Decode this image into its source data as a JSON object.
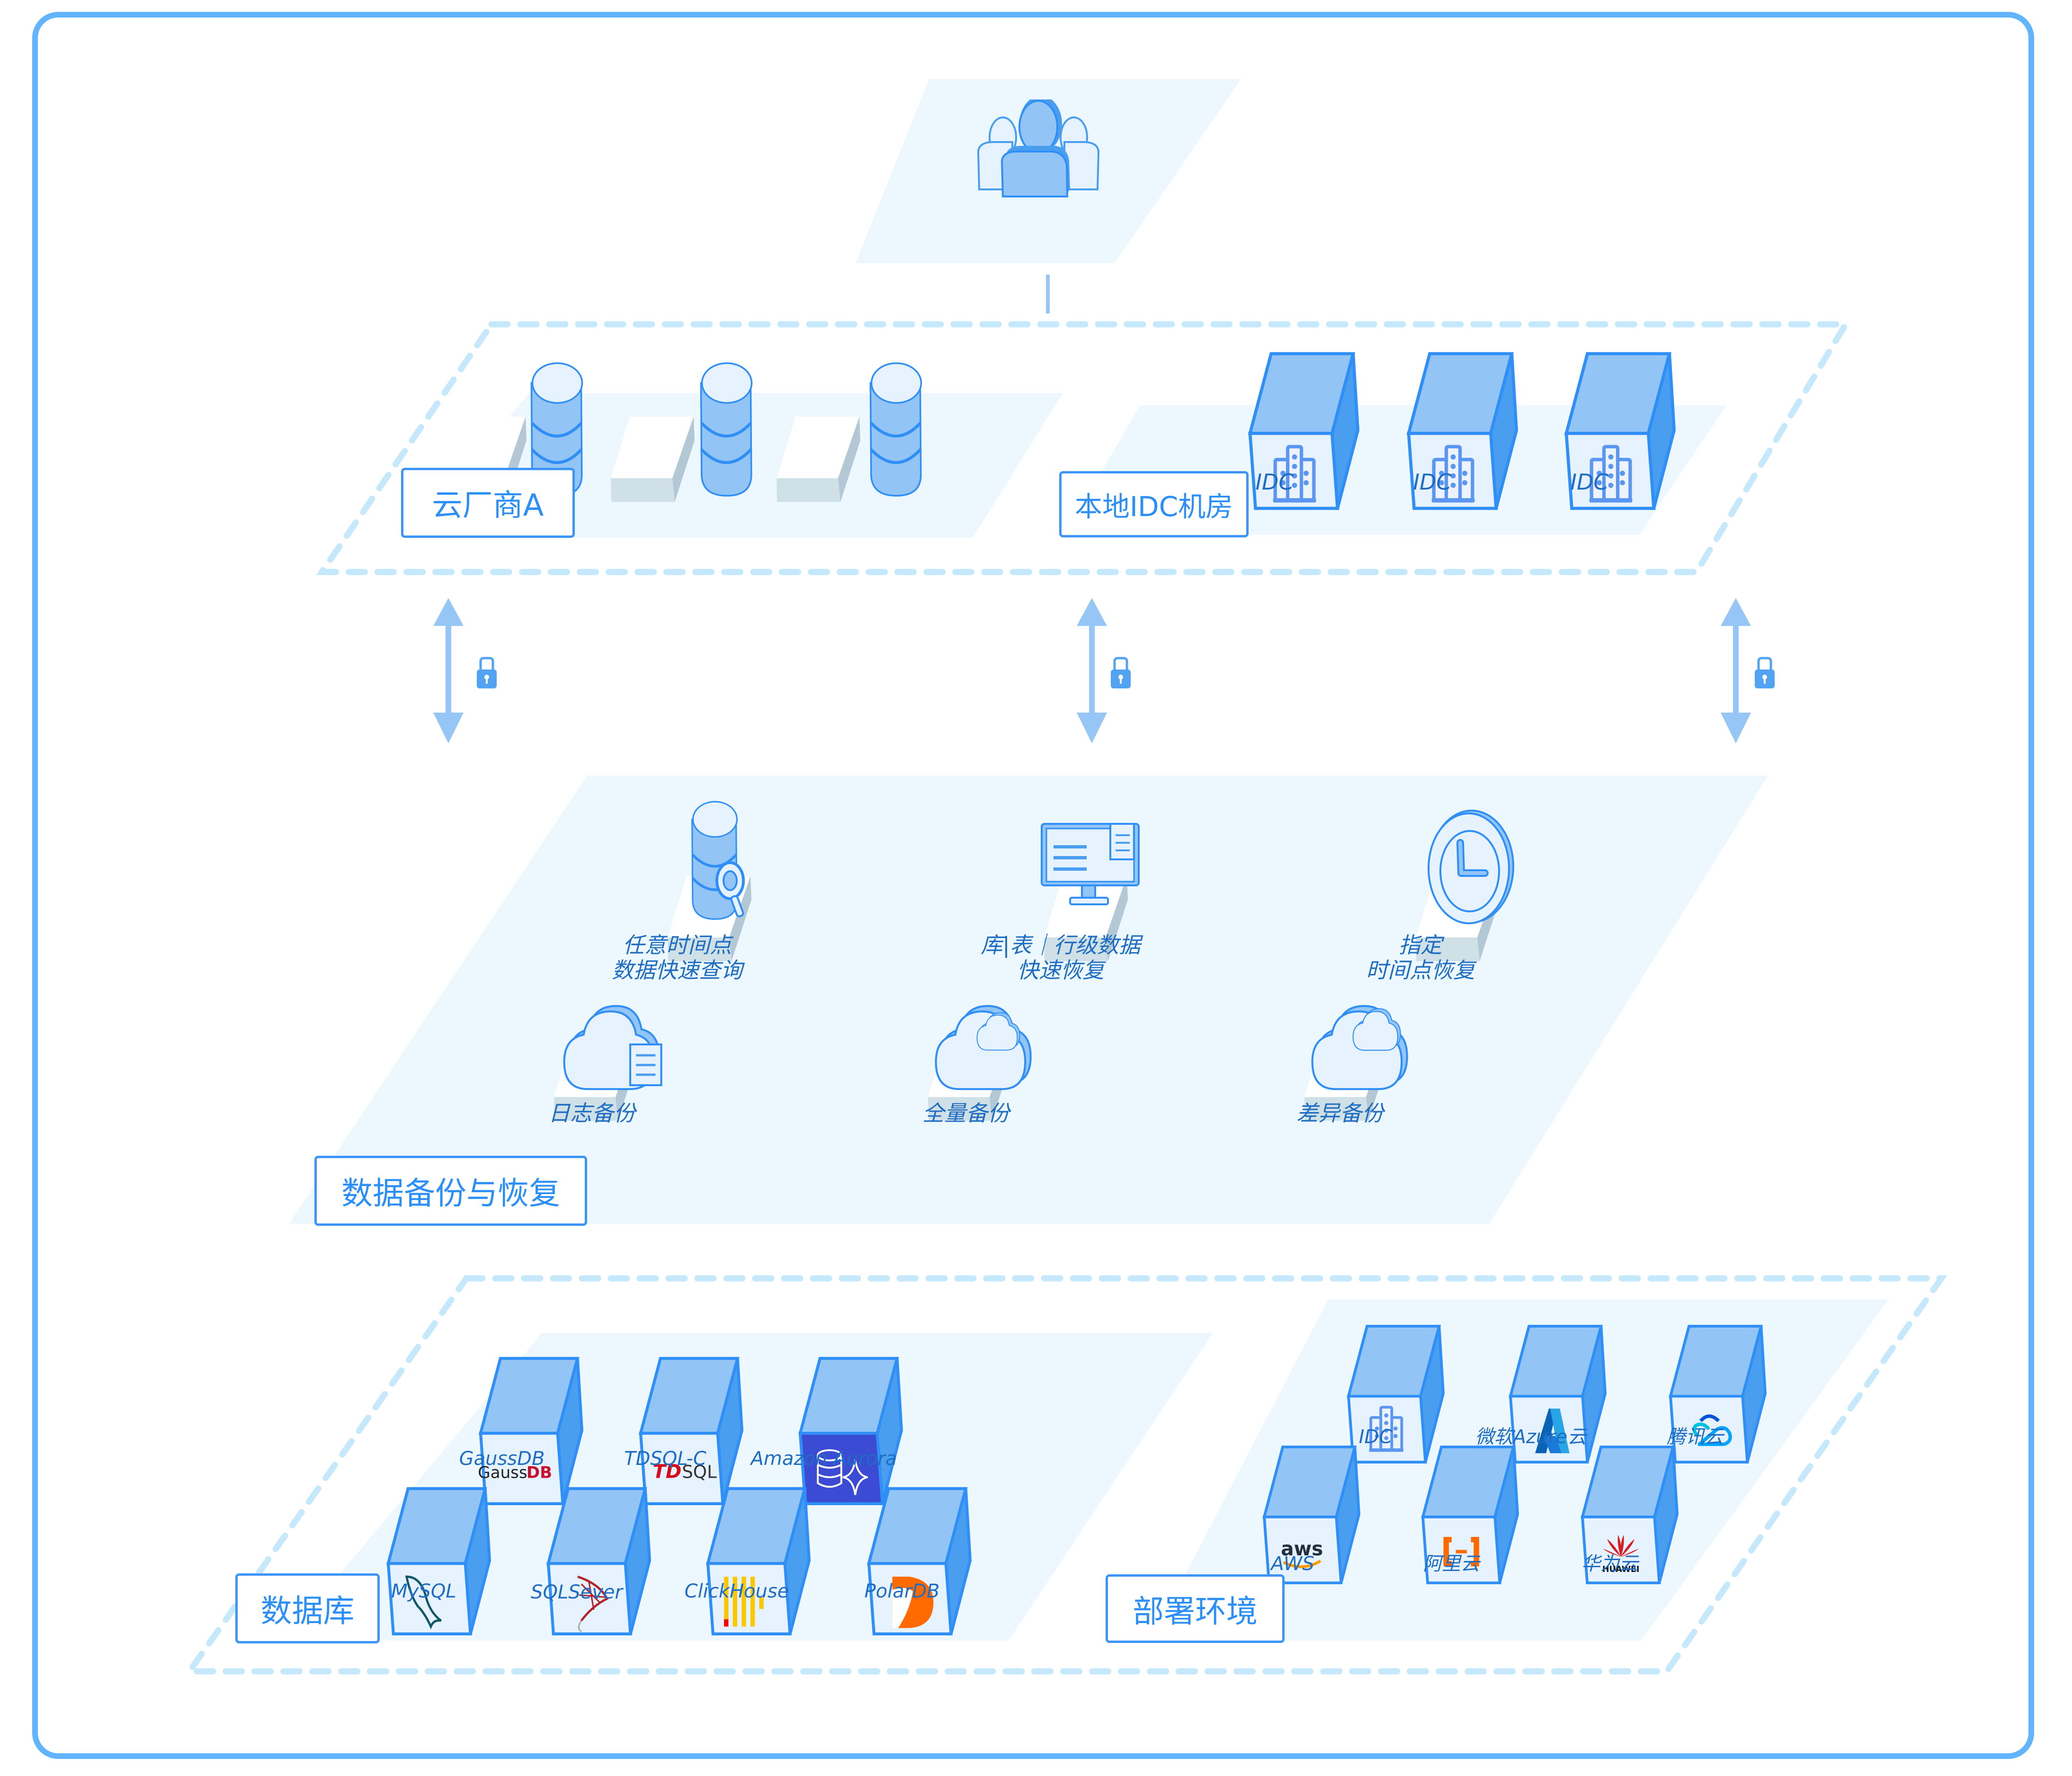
{
  "colors": {
    "frame": "#62b4fd",
    "panel": "#edf8fe",
    "dash": "#c5e8fd",
    "label_border": "#3d95f8",
    "label_text": "#2b8ff7",
    "caption": "#1f6dc2",
    "icon_light": "#e6f2fd",
    "icon_mid": "#93c4f6",
    "icon_dark": "#4a9ef0",
    "icon_stroke": "#2f8ff6",
    "connector": "#95c6f6",
    "lock": "#52a3f2"
  },
  "users": {
    "icon": "users-icon"
  },
  "sources": {
    "cloud": {
      "label": "云厂商A",
      "items": [
        {
          "icon": "database-icon"
        },
        {
          "icon": "database-icon"
        },
        {
          "icon": "database-icon"
        }
      ]
    },
    "idc": {
      "label": "本地IDC机房",
      "items": [
        {
          "icon": "building-icon",
          "caption": "IDC"
        },
        {
          "icon": "building-icon",
          "caption": "IDC"
        },
        {
          "icon": "building-icon",
          "caption": "IDC"
        }
      ]
    }
  },
  "links": [
    {
      "icon": "lock-icon",
      "direction": "bidirectional"
    },
    {
      "icon": "lock-icon",
      "direction": "bidirectional"
    },
    {
      "icon": "lock-icon",
      "direction": "bidirectional"
    }
  ],
  "backup": {
    "label": "数据备份与恢复",
    "features": [
      {
        "icon": "database-search-icon",
        "line1": "任意时间点",
        "line2": "数据快速查询"
      },
      {
        "icon": "monitor-list-icon",
        "line1": "库|表｜行级数据",
        "line2": "快速恢复"
      },
      {
        "icon": "clock-icon",
        "line1": "指定",
        "line2": "时间点恢复"
      }
    ],
    "types": [
      {
        "icon": "cloud-log-icon",
        "caption": "日志备份"
      },
      {
        "icon": "cloud-full-icon",
        "caption": "全量备份"
      },
      {
        "icon": "cloud-diff-icon",
        "caption": "差异备份"
      }
    ]
  },
  "databases": {
    "label": "数据库",
    "row1": [
      {
        "icon": "gaussdb-logo-icon",
        "caption": "GaussDB",
        "logo_text_a": "Gauss",
        "logo_text_b": "DB"
      },
      {
        "icon": "tdsql-logo-icon",
        "caption": "TDSQL-C",
        "logo_text_a": "TD",
        "logo_text_b": "SQL"
      },
      {
        "icon": "amazon-aurora-logo-icon",
        "caption": "Amazon Aurora"
      }
    ],
    "row2": [
      {
        "icon": "mysql-dolphin-icon",
        "caption": "MySQL"
      },
      {
        "icon": "sqlserver-logo-icon",
        "caption": "SQLSever"
      },
      {
        "icon": "clickhouse-logo-icon",
        "caption": "ClickHouse"
      },
      {
        "icon": "polardb-logo-icon",
        "caption": "PolarDB"
      }
    ]
  },
  "deploy": {
    "label": "部署环境",
    "row1": [
      {
        "icon": "building-icon",
        "caption": "IDC"
      },
      {
        "icon": "azure-logo-icon",
        "caption": "微软Azure云"
      },
      {
        "icon": "tencent-cloud-logo-icon",
        "caption": "腾讯云"
      }
    ],
    "row2": [
      {
        "icon": "aws-logo-icon",
        "caption": "AWS",
        "logo_text": "aws"
      },
      {
        "icon": "aliyun-logo-icon",
        "caption": "阿里云",
        "logo_text": "[-]"
      },
      {
        "icon": "huawei-logo-icon",
        "caption": "华为云",
        "logo_text": "HUAWEI"
      }
    ]
  }
}
